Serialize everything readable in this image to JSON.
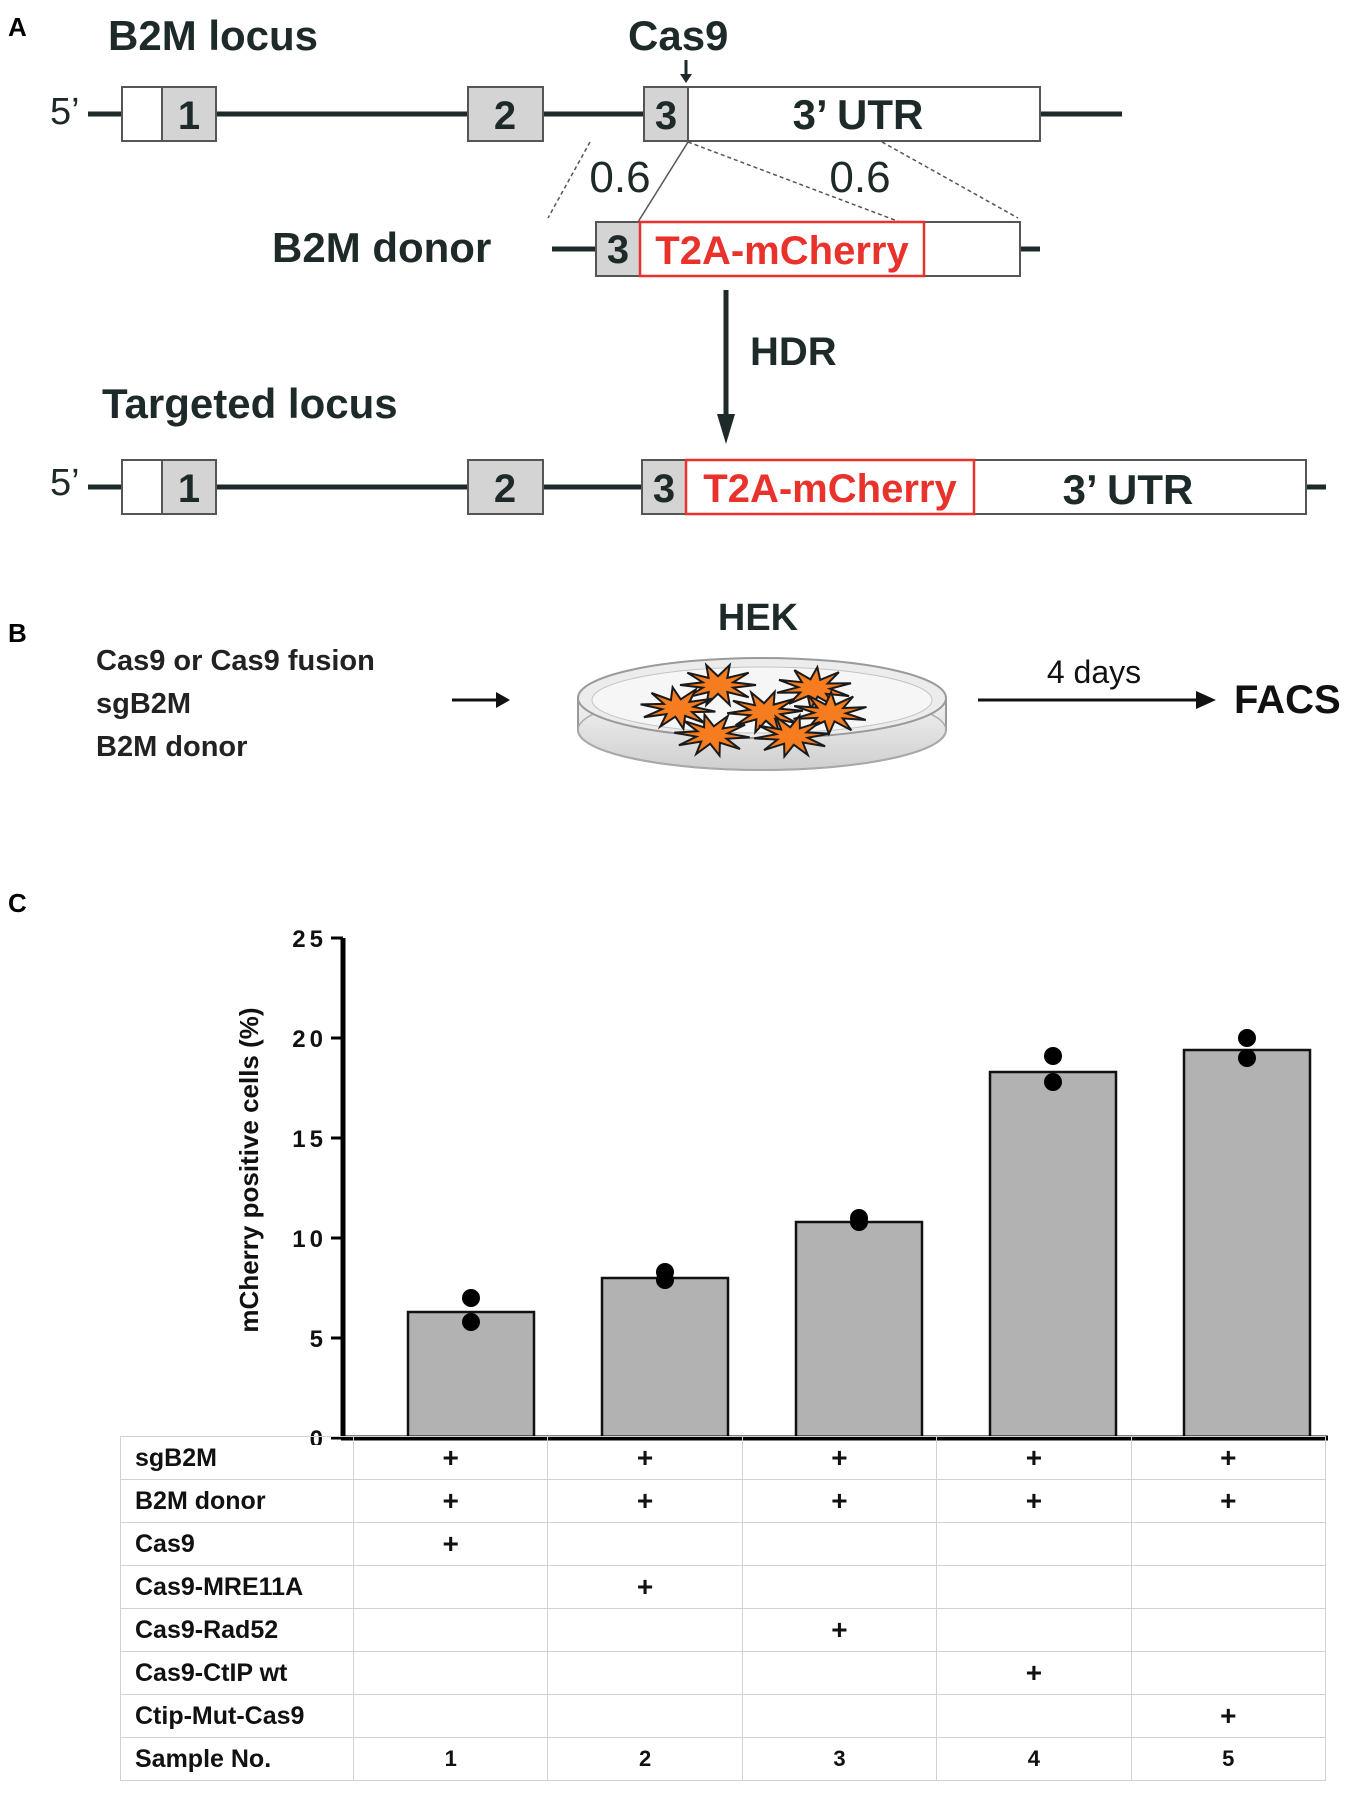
{
  "panels": {
    "a": "A",
    "b": "B",
    "c": "C"
  },
  "panel_a": {
    "locus_title": "B2M locus",
    "cas9_label": "Cas9",
    "five_prime": "5’",
    "exons": [
      "1",
      "2",
      "3"
    ],
    "utr": "3’ UTR",
    "arm_left": "0.6",
    "arm_right": "0.6",
    "donor_title": "B2M donor",
    "insert": "T2A-mCherry",
    "hdr": "HDR",
    "targeted_title": "Targeted locus",
    "colors": {
      "exon": "#d4d4d4",
      "insert": "#e8322b",
      "line": "#1e2a2a"
    }
  },
  "panel_b": {
    "inputs": [
      "Cas9 or Cas9 fusion",
      "sgB2M",
      "B2M donor"
    ],
    "cell_label": "HEK",
    "duration": "4 days",
    "readout": "FACS",
    "colors": {
      "cells": "#f57c1f"
    }
  },
  "chart_data": {
    "type": "bar",
    "categories": [
      "1",
      "2",
      "3",
      "4",
      "5"
    ],
    "values": [
      6.3,
      8.0,
      10.8,
      18.3,
      19.4
    ],
    "points": [
      [
        7.0,
        5.8
      ],
      [
        8.3,
        7.9
      ],
      [
        11.0,
        10.8
      ],
      [
        19.1,
        17.8
      ],
      [
        20.0,
        19.0
      ]
    ],
    "ylabel": "mCherry positive cells (%)",
    "ylim": [
      0,
      25
    ],
    "yticks": [
      "0",
      "5",
      "10",
      "15",
      "20",
      "25"
    ],
    "colors": {
      "bar": "#b2b2b2"
    }
  },
  "conditions_table": {
    "rows": [
      {
        "label": "sgB2M",
        "cells": [
          "+",
          "+",
          "+",
          "+",
          "+"
        ]
      },
      {
        "label": "B2M donor",
        "cells": [
          "+",
          "+",
          "+",
          "+",
          "+"
        ]
      },
      {
        "label": "Cas9",
        "cells": [
          "+",
          "",
          "",
          "",
          ""
        ]
      },
      {
        "label": "Cas9-MRE11A",
        "cells": [
          "",
          "+",
          "",
          "",
          ""
        ]
      },
      {
        "label": "Cas9-Rad52",
        "cells": [
          "",
          "",
          "+",
          "",
          ""
        ]
      },
      {
        "label": "Cas9-CtIP wt",
        "cells": [
          "",
          "",
          "",
          "+",
          ""
        ]
      },
      {
        "label": "Ctip-Mut-Cas9",
        "cells": [
          "",
          "",
          "",
          "",
          "+"
        ]
      }
    ],
    "sample_label": "Sample No.",
    "samples": [
      "1",
      "2",
      "3",
      "4",
      "5"
    ]
  }
}
